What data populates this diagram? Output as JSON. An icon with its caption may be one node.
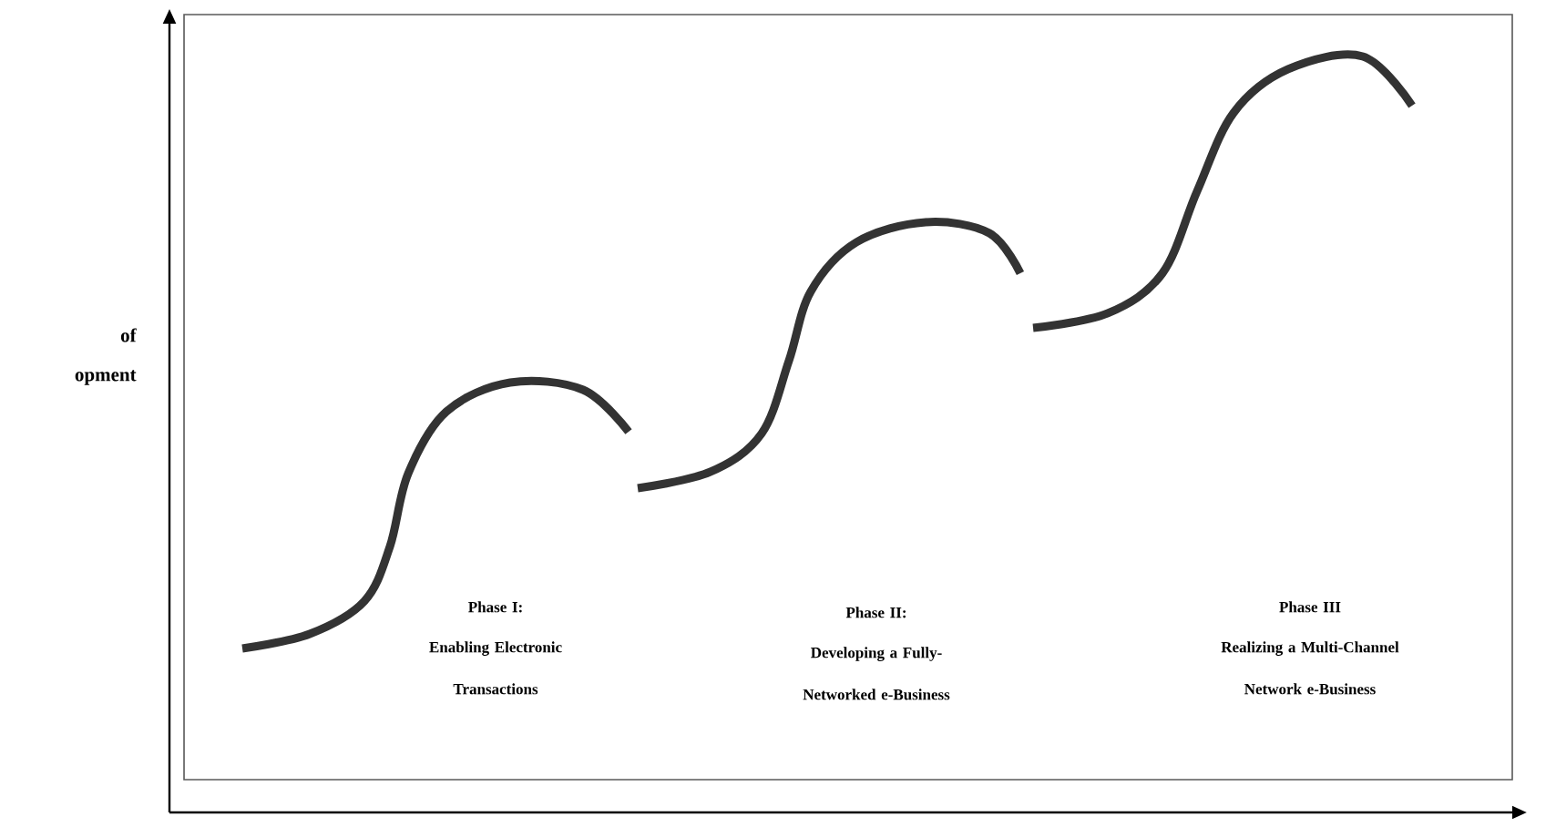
{
  "diagram": {
    "labels": [
      "of",
      "opment",
      "Phase I:",
      "Enabling Electronic Transactions",
      "Phase II:",
      "Developing a Fully-Networked e-Business",
      "Phase III",
      "Realizing a Multi-Channel Network e-Business"
    ]
  }
}
